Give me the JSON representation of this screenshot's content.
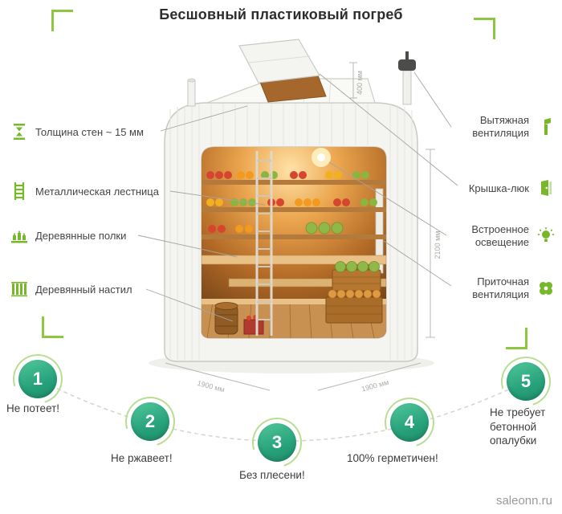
{
  "title": "Бесшовный пластиковый погреб",
  "features_left": [
    {
      "icon": "wall-thickness-icon",
      "label": "Толщина стен ~ 15 мм"
    },
    {
      "icon": "ladder-icon",
      "label": "Металлическая лестница"
    },
    {
      "icon": "wooden-shelves-icon",
      "label": "Деревянные полки"
    },
    {
      "icon": "wooden-decking-icon",
      "label": "Деревянный настил"
    }
  ],
  "features_right": [
    {
      "icon": "exhaust-vent-icon",
      "label": "Вытяжная вентиляция"
    },
    {
      "icon": "hatch-cover-icon",
      "label": "Крышка-люк"
    },
    {
      "icon": "built-in-light-icon",
      "label": "Встроенное освещение"
    },
    {
      "icon": "supply-vent-icon",
      "label": "Приточная вентиляция"
    }
  ],
  "dims": {
    "d400": "400 мм",
    "d2100": "2100 мм",
    "d1900_left": "1900 мм",
    "d1900_right": "1900 мм"
  },
  "benefits": [
    {
      "number": "1",
      "label": "Не потеет!"
    },
    {
      "number": "2",
      "label": "Не ржавеет!"
    },
    {
      "number": "3",
      "label": "Без плесени!"
    },
    {
      "number": "4",
      "label": "100% герметичен!"
    },
    {
      "number": "5",
      "label": "Не требует бетонной опалубки"
    }
  ],
  "watermark": "saleonn.ru",
  "colors": {
    "accent_green": "#76b82a",
    "bracket_green": "#8dc63f",
    "badge_teal": "#2aa37d",
    "ring_light_green": "#b9dd92"
  }
}
